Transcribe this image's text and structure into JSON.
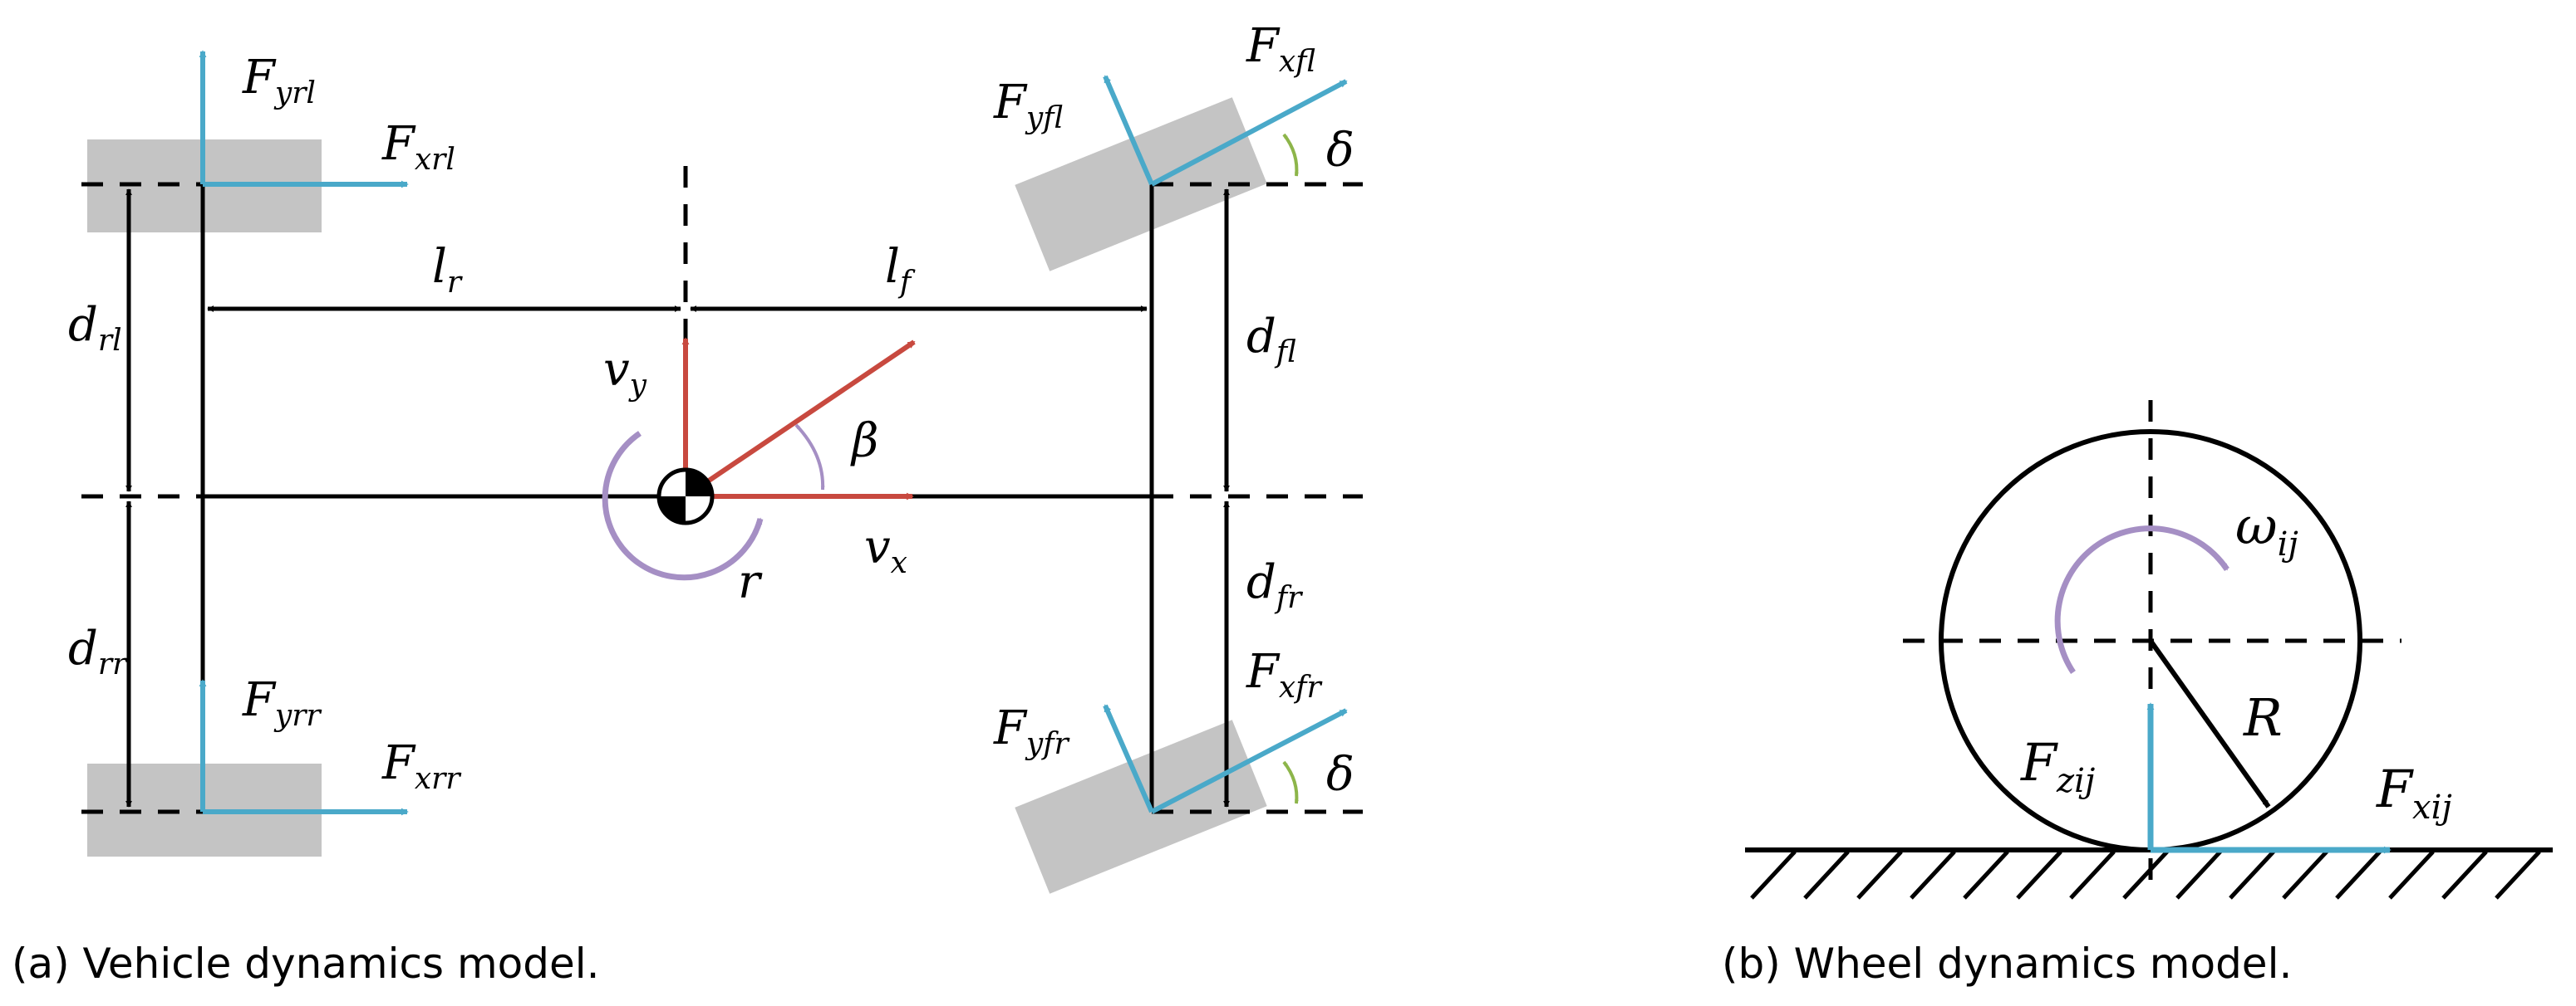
{
  "captions": {
    "vehicle": "(a) Vehicle dynamics model.",
    "wheel": "(b) Wheel dynamics model."
  },
  "vehicle": {
    "wheels": {
      "rear_left": {
        "fx": {
          "main": "F",
          "sub": "xrl"
        },
        "fy": {
          "main": "F",
          "sub": "yrl"
        }
      },
      "rear_right": {
        "fx": {
          "main": "F",
          "sub": "xrr"
        },
        "fy": {
          "main": "F",
          "sub": "yrr"
        }
      },
      "front_left": {
        "fx": {
          "main": "F",
          "sub": "xfl"
        },
        "fy": {
          "main": "F",
          "sub": "yfl"
        },
        "steer": "δ"
      },
      "front_right": {
        "fx": {
          "main": "F",
          "sub": "xfr"
        },
        "fy": {
          "main": "F",
          "sub": "yfr"
        },
        "steer": "δ"
      }
    },
    "dimensions": {
      "lr": {
        "main": "l",
        "sub": "r"
      },
      "lf": {
        "main": "l",
        "sub": "f"
      },
      "drl": {
        "main": "d",
        "sub": "rl"
      },
      "drr": {
        "main": "d",
        "sub": "rr"
      },
      "dfl": {
        "main": "d",
        "sub": "fl"
      },
      "dfr": {
        "main": "d",
        "sub": "fr"
      }
    },
    "motion": {
      "vx": {
        "main": "v",
        "sub": "x"
      },
      "vy": {
        "main": "v",
        "sub": "y"
      },
      "beta": "β",
      "yaw": "r"
    }
  },
  "wheel_model": {
    "omega": {
      "main": "ω",
      "sub": "ij"
    },
    "radius": "R",
    "fz": {
      "main": "F",
      "sub": "zij"
    },
    "fx": {
      "main": "F",
      "sub": "xij"
    }
  },
  "colors": {
    "force": "#4aa9c9",
    "velocity": "#c8493f",
    "rotation": "#a58fc4",
    "steer": "#8db54a",
    "tire": "#c4c4c4",
    "ink": "#000000"
  }
}
